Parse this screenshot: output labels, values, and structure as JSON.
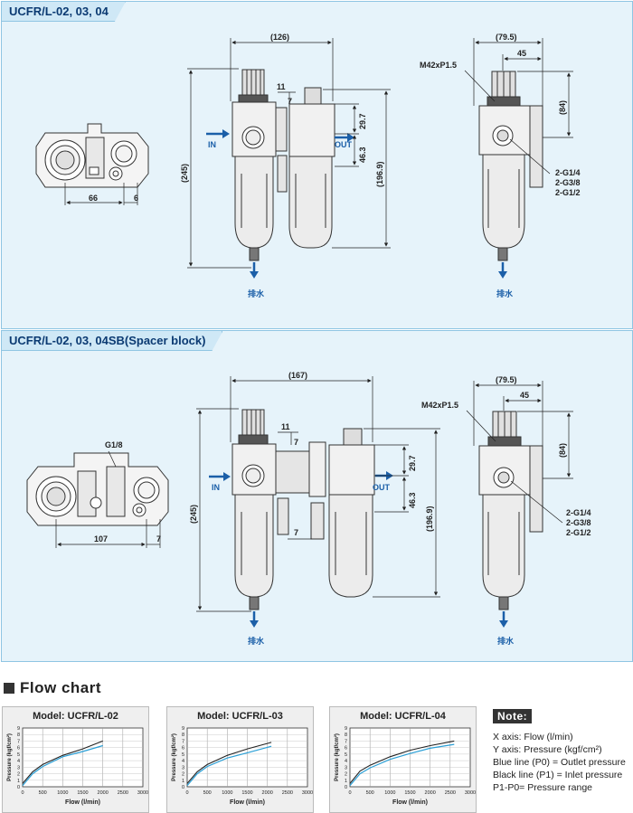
{
  "section1": {
    "title": "UCFR/L-02, 03, 04",
    "dims": {
      "top_width": "(126)",
      "small_11": "11",
      "small_7": "7",
      "d29": "29.7",
      "d46": "46.3",
      "h245": "(245)",
      "h196": "(196.9)",
      "b66": "66",
      "b6": "6",
      "side_795": "(79.5)",
      "side_45": "45",
      "side_84": "(84)"
    },
    "in_label": "IN",
    "out_label": "OUT",
    "drain": "排水",
    "thread": "M42xP1.5",
    "ports": [
      "2-G1/4",
      "2-G3/8",
      "2-G1/2"
    ]
  },
  "section2": {
    "title": "UCFR/L-02, 03, 04SB(Spacer block)",
    "dims": {
      "top_width": "(167)",
      "small_11": "11",
      "small_7": "7",
      "small_7b": "7",
      "d29": "29.7",
      "d46": "46.3",
      "h245": "(245)",
      "h196": "(196.9)",
      "b107": "107",
      "b7": "7",
      "g18": "G1/8",
      "side_795": "(79.5)",
      "side_45": "45",
      "side_84": "(84)"
    },
    "in_label": "IN",
    "out_label": "OUT",
    "drain": "排水",
    "thread": "M42xP1.5",
    "ports": [
      "2-G1/4",
      "2-G3/8",
      "2-G1/2"
    ]
  },
  "flow": {
    "heading": "Flow chart",
    "charts": [
      {
        "title": "Model: UCFR/L-02",
        "xlabel": "Flow (l/min)",
        "ylabel": "Pressure (kgf/cm²)",
        "xticks": [
          "0",
          "500",
          "1000",
          "1500",
          "2000",
          "2500",
          "3000"
        ],
        "yticks": [
          "0",
          "1",
          "2",
          "3",
          "4",
          "5",
          "6",
          "7",
          "8",
          "9"
        ],
        "black": [
          [
            0,
            0.5
          ],
          [
            250,
            2.3
          ],
          [
            500,
            3.4
          ],
          [
            1000,
            4.8
          ],
          [
            1500,
            5.8
          ],
          [
            2000,
            7.0
          ]
        ],
        "blue": [
          [
            0,
            0.2
          ],
          [
            250,
            2.0
          ],
          [
            500,
            3.1
          ],
          [
            1000,
            4.6
          ],
          [
            1500,
            5.4
          ],
          [
            2000,
            6.3
          ]
        ]
      },
      {
        "title": "Model: UCFR/L-03",
        "xlabel": "Flow (l/min)",
        "ylabel": "Pressure (kgf/cm²)",
        "xticks": [
          "0",
          "500",
          "1000",
          "1500",
          "2000",
          "2500",
          "3000"
        ],
        "yticks": [
          "0",
          "1",
          "2",
          "3",
          "4",
          "5",
          "6",
          "7",
          "8",
          "9"
        ],
        "black": [
          [
            0,
            0.5
          ],
          [
            250,
            2.3
          ],
          [
            500,
            3.4
          ],
          [
            1000,
            4.8
          ],
          [
            1500,
            5.8
          ],
          [
            2100,
            6.8
          ]
        ],
        "blue": [
          [
            0,
            0.2
          ],
          [
            250,
            2.0
          ],
          [
            500,
            3.1
          ],
          [
            1000,
            4.4
          ],
          [
            1500,
            5.2
          ],
          [
            2100,
            6.2
          ]
        ]
      },
      {
        "title": "Model: UCFR/L-04",
        "xlabel": "Flow (l/min)",
        "ylabel": "Pressure (kgf/cm²)",
        "xticks": [
          "0",
          "500",
          "1000",
          "1500",
          "2000",
          "2500",
          "3000"
        ],
        "yticks": [
          "0",
          "1",
          "2",
          "3",
          "4",
          "5",
          "6",
          "7",
          "8",
          "9"
        ],
        "black": [
          [
            0,
            0.5
          ],
          [
            250,
            2.4
          ],
          [
            500,
            3.3
          ],
          [
            1000,
            4.6
          ],
          [
            1500,
            5.6
          ],
          [
            2000,
            6.3
          ],
          [
            2600,
            7.0
          ]
        ],
        "blue": [
          [
            0,
            0.2
          ],
          [
            250,
            2.0
          ],
          [
            500,
            2.9
          ],
          [
            1000,
            4.2
          ],
          [
            1500,
            5.1
          ],
          [
            2000,
            5.9
          ],
          [
            2600,
            6.5
          ]
        ]
      }
    ]
  },
  "note": {
    "heading": "Note:",
    "lines": [
      "X axis: Flow (l/min)",
      "Y axis: Pressure (kgf/cm²)",
      "Blue line (P0) = Outlet pressure",
      "Black line (P1) = Inlet pressure",
      "P1-P0= Pressure range"
    ]
  },
  "colors": {
    "blue_line": "#2a9fd6",
    "black_line": "#222222",
    "arrow": "#1b5fa8",
    "panel": "#e6f3fa"
  }
}
